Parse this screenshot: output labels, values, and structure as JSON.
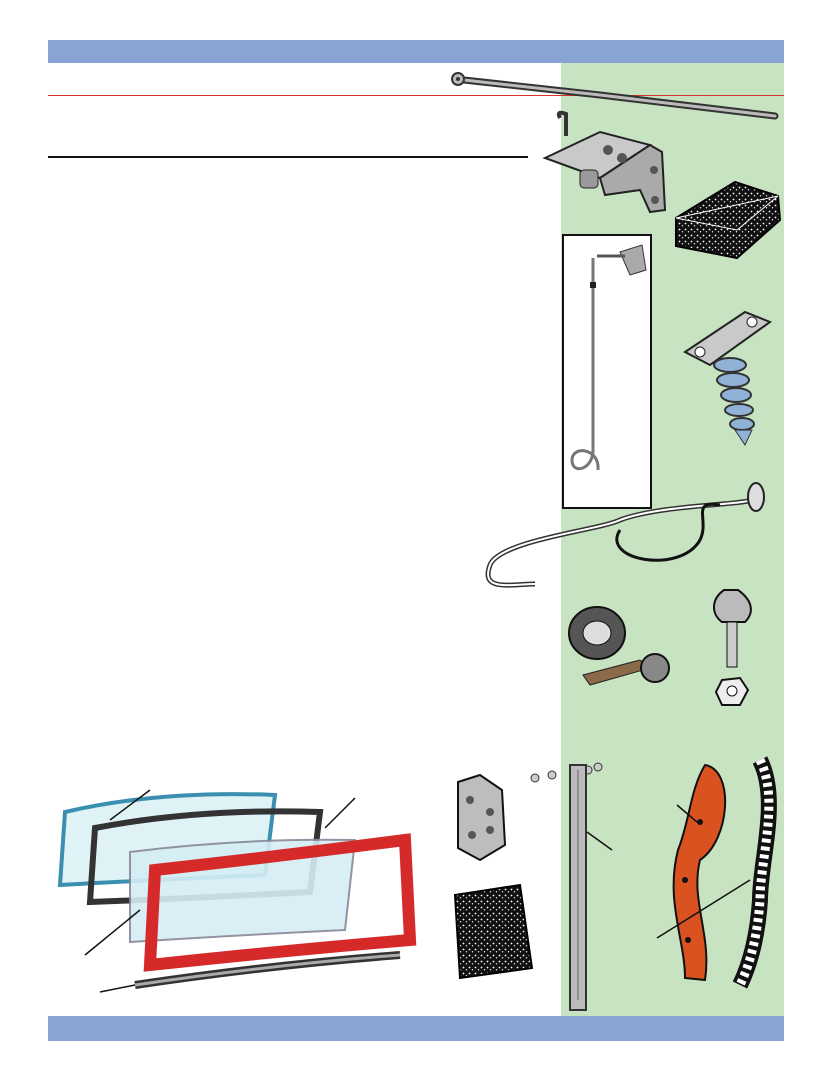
{
  "page": {
    "header_band_color": "#87a4d2",
    "footer_band_color": "#87a4d2",
    "side_panel_color": "#c8e3c1",
    "accent_rule_color": "#d9312c"
  },
  "illustrations": [
    "hood-prop-rod",
    "hood-hinge-bracket",
    "rubber-bumper-block",
    "hood-latch-rod",
    "latch-striker-spring",
    "hood-release-cable",
    "trunk-lock-cylinder-with-key",
    "hood-bumper-bolt-and-nut",
    "windshield-assembly-exploded",
    "door-striker-plate",
    "weatherstrip-foam-pad",
    "window-channel-rail",
    "door-seal-rubber-gasket",
    "weatherstrip-roll"
  ]
}
